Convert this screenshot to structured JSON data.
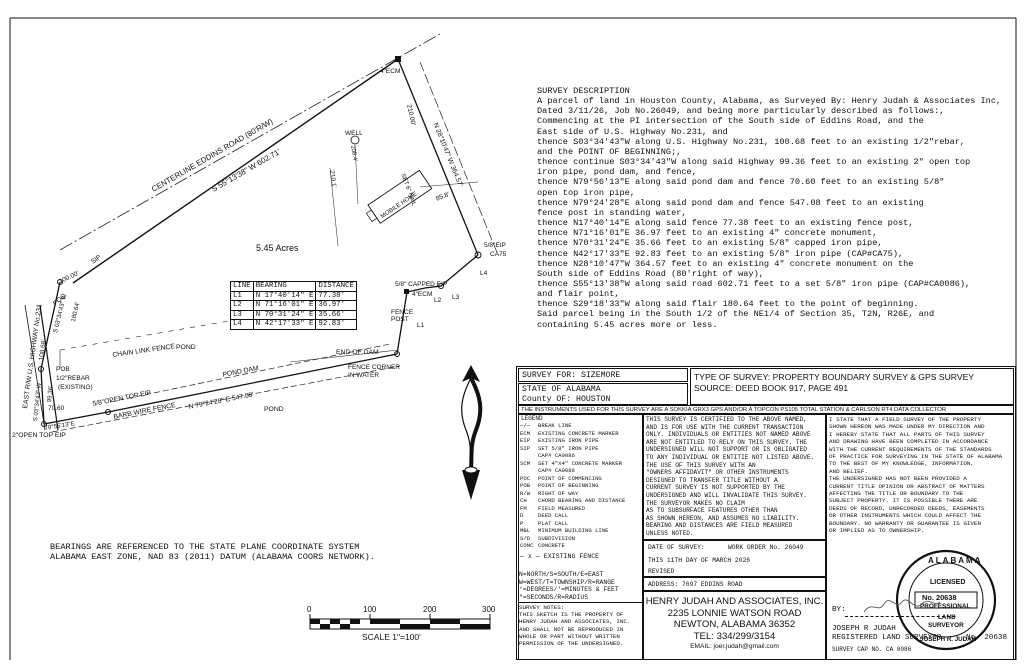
{
  "map": {
    "road_label": "CENTERLINE EDDINS ROAD (80'R/W)",
    "road_bearing": "S 55°13'38\" W  602.71'",
    "highway_label": "EAST R/W U.S. HIGHWAY No.231",
    "acreage": "5.45 Acres",
    "ecm_top": "4\"ECM",
    "dist_210_top": "210.00'",
    "bearing_364": "N 28°10'47\" W  364.57'",
    "well": "WELL",
    "dist_208": "208.4'",
    "dist_210_1": "210.1'",
    "set_nail": "SET 6\" NAIL",
    "mobile_home": "MOBILE HOME",
    "dist_85": "85.8'",
    "eip_58": "5/8\"EIP",
    "ca75": "CA75",
    "capped_eip": "5/8\" CAPPED EIP",
    "ecm_right": "4\"ECM",
    "fence_post": "FENCE POST",
    "l1": "L1",
    "l2": "L2",
    "l3": "L3",
    "l4": "L4",
    "sip": "SIP",
    "dist_100": "100.00'",
    "poc": "POC",
    "dist_108": "108.68'",
    "bearing_s03": "S 03°34'43\" W",
    "dist_180": "180.64'",
    "chain_link": "CHAIN LINK FENCE",
    "pond_upper": "POND",
    "pond_dam": "POND DAM",
    "end_of_dam": "END OF DAM",
    "fence_corner": "FENCE CORNER IN WATER",
    "pob": "POB",
    "rebar": "1/2\"REBAR",
    "existing": "(EXISTING)",
    "dist_99": "99.36'",
    "bearing_s03_left": "S 03°34'43\" W",
    "open_top_58": "5/8\"OPEN TOP EIP",
    "barb_wire": "BARB WIRE FENCE",
    "bearing_n79_dam": "N 79°24'28\" E  547.08'",
    "dist_70": "70.60",
    "bearing_79_56": "79°56'13\"E",
    "pond_lower": "POND",
    "open_top_2": "2\"OPEN TOP EIP"
  },
  "line_table": {
    "headers": [
      "LINE",
      "BEARING",
      "DISTANCE"
    ],
    "rows": [
      [
        "L1",
        "N 17°40'14\" E",
        "77.38'"
      ],
      [
        "L2",
        "N 71°16'01\" E",
        "36.97'"
      ],
      [
        "L3",
        "N 70°31'24\" E",
        "35.66'"
      ],
      [
        "L4",
        "N 42°17'33\" E",
        "92.83'"
      ]
    ]
  },
  "bearings_note": [
    "BEARINGS ARE REFERENCED TO THE STATE PLANE COORDINATE SYSTEM",
    "ALABAMA EAST ZONE, NAD 83 (2011) DATUM (ALABAMA COORS NETWORK)."
  ],
  "scale": {
    "ticks": [
      "0",
      "100",
      "200",
      "300"
    ],
    "label": "SCALE  1\"=100'"
  },
  "description": {
    "title": "SURVEY DESCRIPTION",
    "lines": [
      "A parcel of land in Houston County, Alabama, as Surveyed By: Henry Judah & Associates Inc,",
      "Dated 3/11/26, Job No.26049, and being more particularly described as follows:,",
      "Commencing at the PI intersection of the South side of Eddins Road, and the",
      "East side of U.S. Highway No.231, and",
      "thence S03°34'43\"W along U.S. Highway No.231, 100.68 feet to an existing 1/2\"rebar,",
      "and the POINT OF BEGINNING;,",
      "thence continue S03°34'43\"W along said Highway 99.36 feet to an existing 2\" open top",
      "iron pipe, pond dam, and fence,",
      "thence N79°56'13\"E along said pond dam and fence 70.60 feet to an existing 5/8\"",
      "open top iron pipe,",
      "thence N79°24'28\"E along said pond dam and fence 547.08 feet to an existing",
      "fence post in standing water,",
      "thence N17°40'14\"E along said fence 77.38 feet to an existing fence post,",
      "thence N71°16'01\"E 36.97 feet to an existing 4\" concrete monument,",
      "thence N70°31'24\"E 35.66 feet to an existing 5/8\" capped iron pipe,",
      "thence N42°17'33\"E 92.83 feet to an existing 5/8\" iron pipe (CAP#CA75),",
      "thence N28°10'47\"W 364.57 feet to an existing 4\" concrete monument on the",
      "South side of Eddins Road (80'right of way),",
      "thence S55°13'38\"W along said road 602.71 feet to a set 5/8\" iron pipe (CAP#CA0086),",
      "and flair point,",
      "thence S29°18'33\"W along said flair 180.64 feet to the point of beginning.",
      "Said parcel being in the South 1/2 of the NE1/4 of Section 35, T2N, R26E, and",
      "containing 5.45 acres more or less."
    ]
  },
  "title_block": {
    "survey_for": "SURVEY FOR: SIZEMORE",
    "state": "STATE OF ALABAMA",
    "county": "County OF: HOUSTON",
    "type": "TYPE OF SURVEY: PROPERTY BOUNDARY SURVEY & GPS SURVEY",
    "source": "SOURCE: DEED BOOK 917, PAGE 491",
    "instruments": "THE INSTRUMENTS USED FOR THIS SURVEY ARE A SOKKIA GRX3 GPS AND/OR A TOPCON PS105 TOTAL STATION & CARLSON RT4 DATA COLLECTOR",
    "legend_title": "LEGEND",
    "legend": [
      [
        "—/—",
        "BREAK LINE"
      ],
      [
        "ECM",
        "EXISTING CONCRETE MARKER"
      ],
      [
        "EIP",
        "EXISTING IRON PIPE"
      ],
      [
        "SIP",
        "SET 5/8\" IRON PIPE"
      ],
      [
        "",
        "CAP# CA0086"
      ],
      [
        "SCM",
        "SET 4\"X4\" CONCRETE MARKER"
      ],
      [
        "",
        "CAP# CA0086"
      ],
      [
        "POC",
        "POINT OF COMMENCING"
      ],
      [
        "POB",
        "POINT OF BEGINNING"
      ],
      [
        "R/W",
        "RIGHT OF WAY"
      ],
      [
        "CH",
        "CHORD BEARING AND DISTANCE"
      ],
      [
        "FM",
        "FIELD MEASURED"
      ],
      [
        "D",
        "DEED CALL"
      ],
      [
        "P",
        "PLAT CALL"
      ],
      [
        "MBL",
        "MINIMUM BUILDING LINE"
      ],
      [
        "S/D",
        "SUBDIVISION"
      ],
      [
        "CONC",
        "CONCRETE"
      ]
    ],
    "existing_fence": "— x — EXISTING FENCE",
    "abbrev": [
      "N=NORTH/S=SOUTH/E=EAST",
      "W=WEST/T=TOWNSHIP/R=RANGE",
      "°=DEGREES/'=MINUTES & FEET",
      "\"=SECONDS/R=RADIUS"
    ],
    "notes_title": "SURVEY NOTES:",
    "notes": [
      "THIS SKETCH IS THE PROPERTY OF",
      "HENRY JUDAH AND ASSOCIATES, INC.",
      "AND SHALL NOT BE REPRODUCED IN",
      "WHOLE OR PART WITHOUT WRITTEN",
      "PERMISSION OF THE UNDERSIGNED."
    ],
    "certified": [
      "THIS SURVEY IS CERTIFIED TO THE ABOVE NAMED,",
      "AND IS FOR USE WITH THE CURRENT TRANSACTION",
      "ONLY. INDIVIDUALS OR ENTITIES NOT NAMED ABOVE",
      "ARE NOT ENTITLED TO RELY ON THIS SURVEY. THE",
      "UNDERSIGNED WILL NOT SUPPORT OR IS OBLIGATED",
      "TO ANY INDIVIDUAL OR ENTITIE NOT LISTED ABOVE.",
      "THE USE OF THIS SURVEY WITH AN",
      "\"OWNERS AFFIDAVIT\" OR OTHER INSTRUMENTS",
      "DESIGNED TO TRANSFER TITLE WITHOUT A",
      "CURRENT SURVEY IS NOT SUPPORTED BY THE",
      "UNDERSIGNED AND WILL INVALIDATE THIS SURVEY.",
      "THE SURVEYOR MAKES NO CLAIM",
      "AS TO SUBSURFACE FEATURES OTHER THAN",
      "AS SHOWN HEREON, AND ASSUMES NO LIABILITY.",
      "BEARING AND DISTANCES ARE FIELD MEASURED",
      "UNLESS NOTED."
    ],
    "statement": [
      "I STATE THAT A FIELD SURVEY OF THE PROPERTY",
      "SHOWN HEREON WAS MADE UNDER MY DIRECTION AND",
      "I HEREBY STATE THAT ALL PARTS OF THIS SURVEY",
      "AND DRAWING HAVE BEEN COMPLETED IN ACCORDANCE",
      "WITH THE CURRENT REQUIREMENTS OF THE STANDARDS",
      "OF PRACTICE FOR SURVEYING IN THE STATE OF ALABAMA",
      "TO THE BEST OF MY KNOWLEDGE, INFORMATION,",
      "AND BELIEF.",
      "THE UNDERSIGNED HAS NOT BEEN PROVIDED A",
      "CURRENT TITLE OPINION OR ABSTRACT OF MATTERS",
      "AFFECTING THE TITLE OR BOUNDARY TO THE",
      "SUBJECT PROPERTY. IT IS POSSIBLE THERE ARE",
      "DEEDS OF RECORD, UNRECORDED DEEDS, EASEMENTS",
      "OR OTHER INSTRUMENTS WHICH COULD AFFECT THE",
      "BOUNDARY. NO WARRANTY OR GUARANTEE IS GIVEN",
      "OR IMPLIED AS TO OWNERSHIP."
    ],
    "date_of_survey": "DATE OF SURVEY:",
    "work_order": "WORK ORDER No. 26049",
    "this_day": "THIS 11TH DAY OF MARCH 2026",
    "revised": "REVISED",
    "address": "ADDRESS:   7697 EDDINS ROAD",
    "company": "HENRY JUDAH AND ASSOCIATES, INC.",
    "street": "2235 LONNIE WATSON ROAD",
    "city": "NEWTON, ALABAMA 36352",
    "tel": "TEL:  334/299/3154",
    "email": "EMAIL:  joer.judah@gmail.com",
    "by": "BY:",
    "signer": "JOSEPH R JUDAH",
    "registered": "REGISTERED LAND SURVEYOR",
    "reg_no": "No. 20638",
    "cap_no": "SURVEY CAP NO. CA 0086",
    "seal": {
      "top": "ALABAMA",
      "licensed": "LICENSED",
      "number": "No. 20638",
      "professional": "PROFESSIONAL",
      "land": "LAND",
      "surveyor": "SURVEYOR",
      "name": "JOSEPH R. JUDAH"
    }
  }
}
